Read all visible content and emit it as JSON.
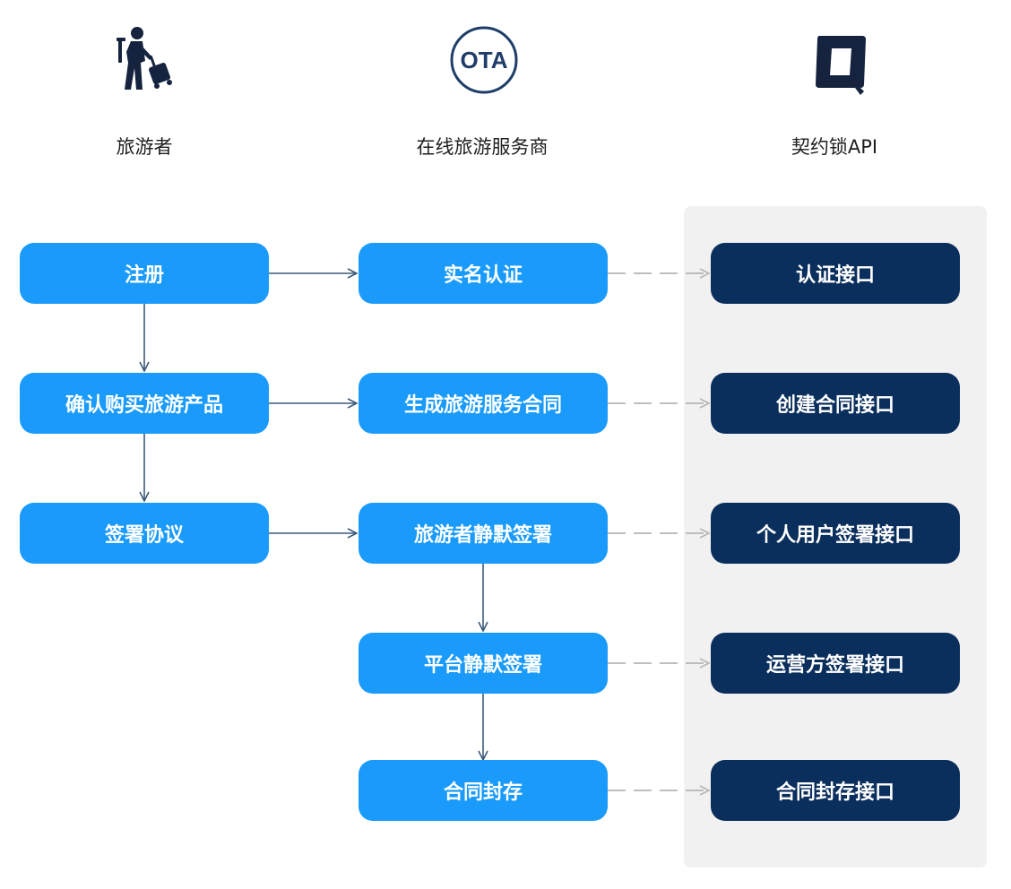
{
  "columns": {
    "traveler": {
      "label": "旅游者",
      "icon": "traveler-icon"
    },
    "ota": {
      "label": "在线旅游服务商",
      "icon": "ota-logo-icon",
      "logo_text": "OTA"
    },
    "api": {
      "label": "契约锁API",
      "icon": "qiyuesuo-logo-icon"
    }
  },
  "nodes": {
    "traveler": [
      "注册",
      "确认购买旅游产品",
      "签署协议"
    ],
    "ota": [
      "实名认证",
      "生成旅游服务合同",
      "旅游者静默签署",
      "平台静默签署",
      "合同封存"
    ],
    "api": [
      "认证接口",
      "创建合同接口",
      "个人用户签署接口",
      "运营方签署接口",
      "合同封存接口"
    ]
  },
  "colors": {
    "user_node": "#1a9bfb",
    "api_node": "#0b2f5d",
    "panel": "#f1f1f2",
    "edge_solid": "#3d5a7c",
    "edge_dashed": "#b5b5b5"
  }
}
